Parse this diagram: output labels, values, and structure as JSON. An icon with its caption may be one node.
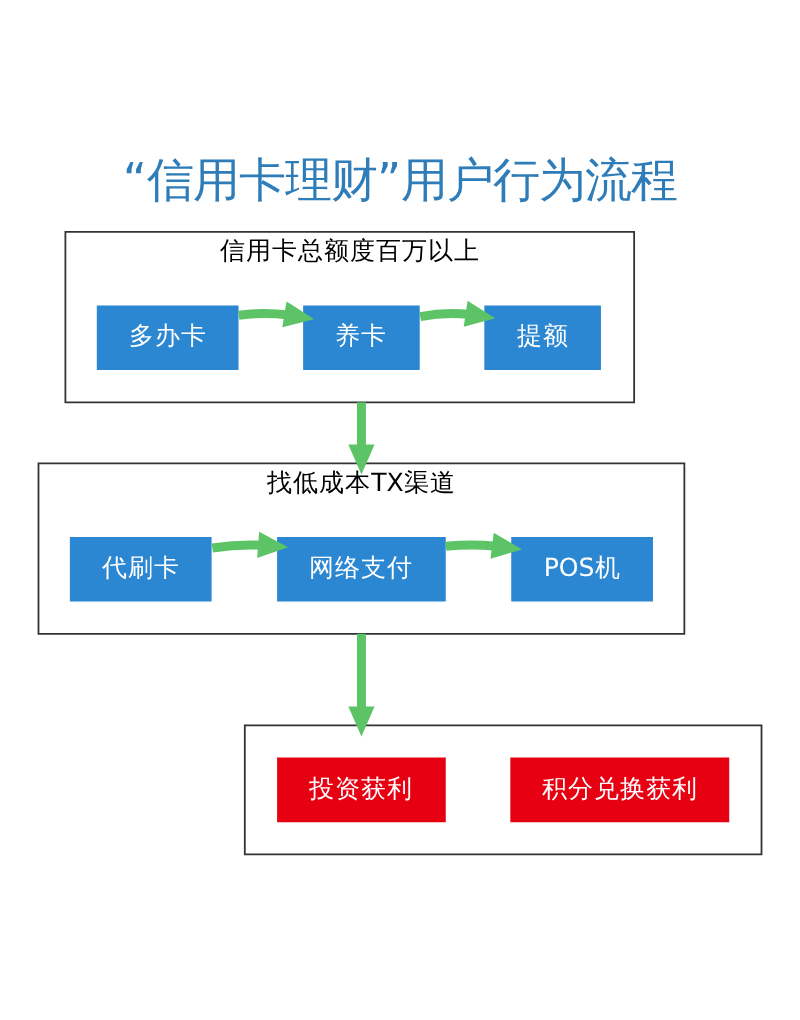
{
  "diagram": {
    "title": "“信用卡理财”用户行为流程",
    "nodes": [
      {
        "text": [
          "信用卡总额度百万以上"
        ]
      },
      {
        "text": [
          "多办卡"
        ],
        "in": 0
      },
      {
        "text": [
          "养卡"
        ],
        "in": 0
      },
      {
        "text": [
          "提额"
        ],
        "in": 0
      },
      {
        "text": [
          "找低成本TX渠道"
        ]
      },
      {
        "text": [
          "代刷卡"
        ],
        "in": 4
      },
      {
        "text": [
          "网络支付"
        ],
        "in": 4
      },
      {
        "text": [
          "POS机"
        ],
        "in": 4
      },
      {
        "text": [],
        "shape": "box"
      },
      {
        "text": [
          "投资获利"
        ],
        "in": 8
      },
      {
        "text": [
          "积分兑换获利"
        ],
        "in": 8
      }
    ],
    "edges": [
      {
        "from": 1,
        "to": 2,
        "arrow": "to"
      },
      {
        "from": 2,
        "to": 3,
        "arrow": "to"
      },
      {
        "from": 0,
        "to": 4,
        "arrow": "to"
      },
      {
        "from": 5,
        "to": 6,
        "arrow": "to"
      },
      {
        "from": 6,
        "to": 7,
        "arrow": "to"
      },
      {
        "from": 4,
        "to": 8,
        "arrow": "to"
      }
    ]
  }
}
